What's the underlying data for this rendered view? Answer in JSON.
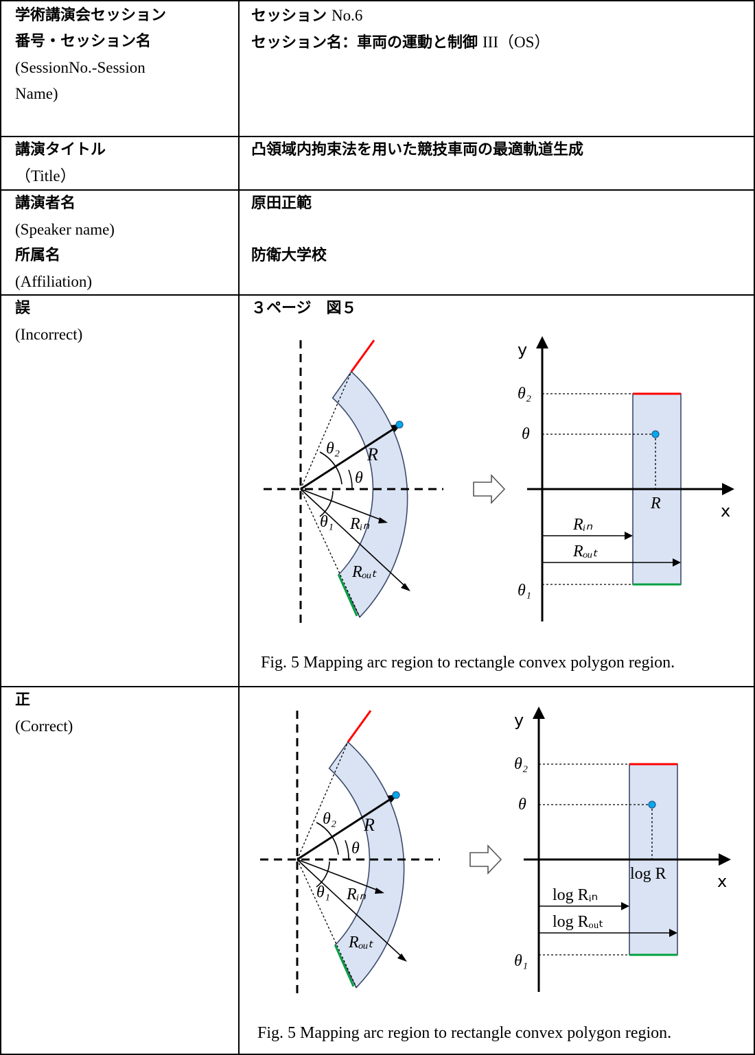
{
  "table": {
    "row1": {
      "label_jp_1": "学術講演会セッション",
      "label_jp_2": "番号・セッション名",
      "label_en_1": "(SessionNo.-Session",
      "label_en_2": "Name)",
      "value_1_jp": "セッション",
      "value_1_en": "No.6",
      "value_2_jp": "セッション名：車両の運動と制御",
      "value_2_en": "III（OS）"
    },
    "row2": {
      "label_jp": "講演タイトル",
      "label_en": "（Title）",
      "value": "凸領域内拘束法を用いた競技車両の最適軌道生成"
    },
    "row3": {
      "label_jp_1": "講演者名",
      "label_en_1": "(Speaker name)",
      "label_jp_2": "所属名",
      "label_en_2": "(Affiliation)",
      "speaker": "原田正範",
      "affiliation": "防衛大学校"
    },
    "row4": {
      "label_jp": "誤",
      "label_en": "(Incorrect)",
      "page_ref": "３ページ　図５"
    },
    "row5": {
      "label_jp": "正",
      "label_en": "(Correct)"
    }
  },
  "figure_incorrect": {
    "theta2": "θ₂",
    "theta": "θ",
    "theta1": "θ₁",
    "R": "R",
    "Rin": "Rᵢₙ",
    "Rout": "Rₒᵤₜ",
    "x_label": "x",
    "y_label": "y",
    "right_R": "R",
    "right_Rin": "Rᵢₙ",
    "right_Rout": "Rₒᵤₜ",
    "caption": "Fig. 5  Mapping arc region to rectangle convex polygon region."
  },
  "figure_correct": {
    "theta2": "θ₂",
    "theta": "θ",
    "theta1": "θ₁",
    "R": "R",
    "Rin": "Rᵢₙ",
    "Rout": "Rₒᵤₜ",
    "x_label": "x",
    "y_label": "y",
    "right_R": "log R",
    "right_Rin": "log Rᵢₙ",
    "right_Rout": "log Rₒᵤₜ",
    "caption": "Fig. 5  Mapping arc region to rectangle convex polygon region."
  },
  "colors": {
    "region_fill": "#dae3f3",
    "region_stroke": "#3b4a6b",
    "red_edge": "#ff0000",
    "green_edge": "#00a040",
    "point": "#00aaee"
  }
}
